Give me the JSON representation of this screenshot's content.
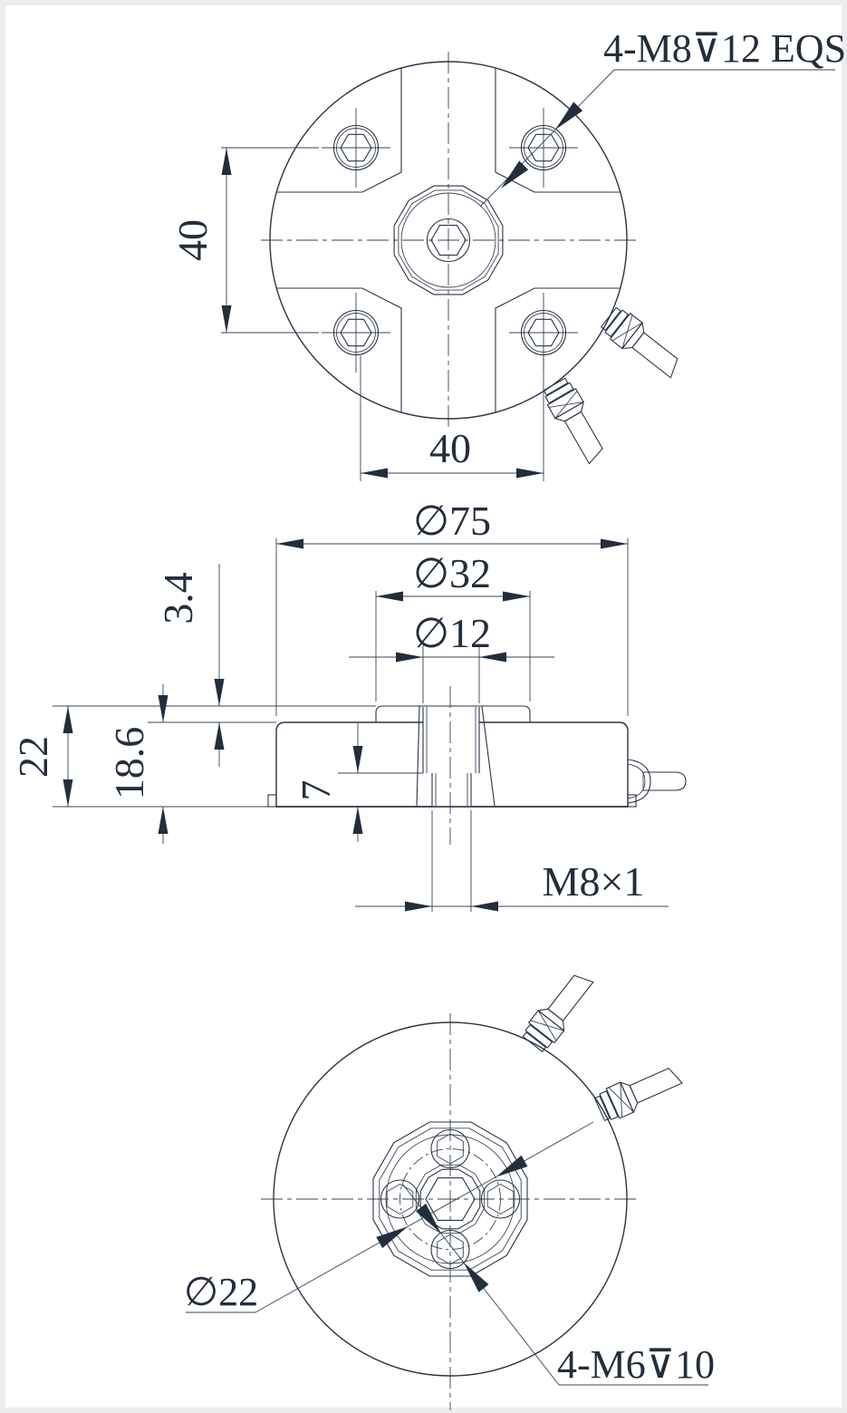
{
  "page": {
    "background": "#ffffff",
    "frame_color": "#ececec",
    "line_color": "#2b3545"
  },
  "annotations": {
    "top_thread_note": "4-M8⊽12 EQS",
    "bottom_thread_note": "4-M6⊽10",
    "bolt_circle_dia": "∅22",
    "center_thread": "M8×1"
  },
  "dimensions": {
    "top_view": {
      "bolt_spacing_vertical": "40",
      "bolt_spacing_horizontal": "40"
    },
    "side_view": {
      "outer_diameter": "∅75",
      "boss_diameter": "∅32",
      "bore_diameter": "∅12",
      "plate_height": "3.4",
      "body_height": "18.6",
      "total_height": "22",
      "thread_depth": "7"
    }
  }
}
